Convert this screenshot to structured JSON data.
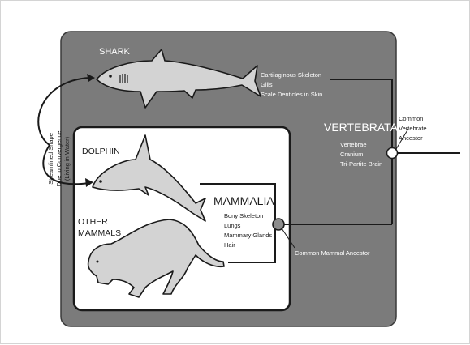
{
  "labels": {
    "shark": "SHARK",
    "dolphin": "DOLPHIN",
    "other_mammals_line1": "OTHER",
    "other_mammals_line2": "MAMMALS",
    "vertebrata": "VERTEBRATA",
    "mammalia": "MAMMALIA",
    "common_vertebrate_ancestor": [
      "Common",
      "Vertebrate",
      "Ancestor"
    ],
    "common_mammal_ancestor": "Common Mammal Ancestor",
    "convergence_note": [
      "Streamlined Shape",
      "Due to Convergence",
      "(Living in Water)"
    ]
  },
  "traits": {
    "shark": [
      "Cartilaginous Skeleton",
      "Gills",
      "Scale Denticles in Skin"
    ],
    "vertebrata": [
      "Vertebrae",
      "Cranium",
      "Tri-Partite Brain"
    ],
    "mammalia": [
      "Bony Skeleton",
      "Lungs",
      "Mammary Glands",
      "Hair"
    ]
  },
  "colors": {
    "outer_box": "#7b7b7b",
    "animal_fill": "#d3d3d3",
    "outline": "#1a1a1a",
    "ancestor_node_mammal": "#8c8c8c",
    "ancestor_node_vertebrate": "#ffffff"
  }
}
